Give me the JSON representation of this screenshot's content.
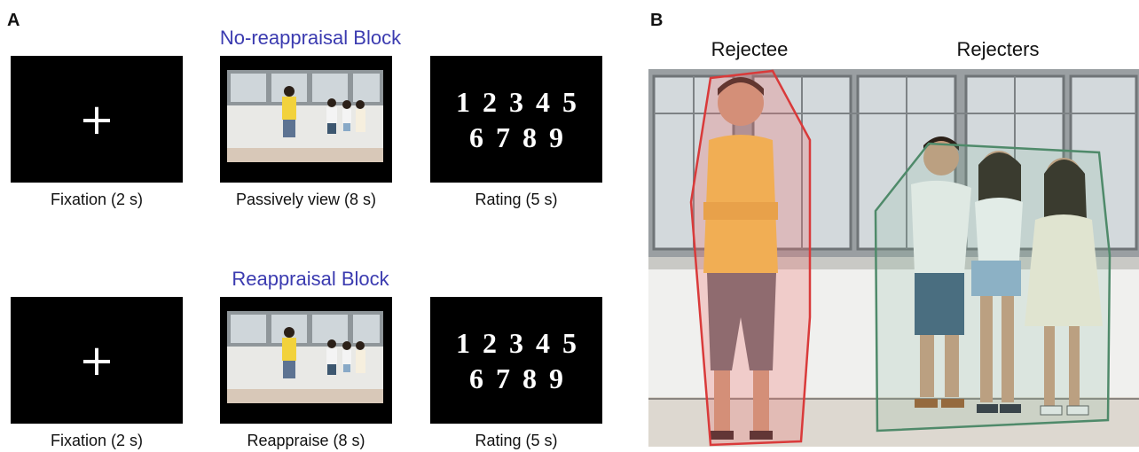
{
  "panels": {
    "a": {
      "letter": "A"
    },
    "b": {
      "letter": "B"
    }
  },
  "blocks": [
    {
      "title": "No-reappraisal Block",
      "title_color": "#3b3bb0",
      "steps": [
        {
          "caption": "Fixation (2 s)",
          "content": "+"
        },
        {
          "caption": "Passively view (8 s)"
        },
        {
          "caption": "Rating (5 s)",
          "row1": [
            "1",
            "2",
            "3",
            "4",
            "5"
          ],
          "row2": [
            "6",
            "7",
            "8",
            "9"
          ]
        }
      ]
    },
    {
      "title": "Reappraisal Block",
      "title_color": "#3b3bb0",
      "steps": [
        {
          "caption": "Fixation (2 s)",
          "content": "+"
        },
        {
          "caption": "Reappraise (8 s)"
        },
        {
          "caption": "Rating (5 s)",
          "row1": [
            "1",
            "2",
            "3",
            "4",
            "5"
          ],
          "row2": [
            "6",
            "7",
            "8",
            "9"
          ]
        }
      ]
    }
  ],
  "photo_labels": {
    "rejectee": "Rejectee",
    "rejecters": "Rejecters"
  },
  "colors": {
    "rejectee_outline": "#d93a3a",
    "rejecters_outline": "#4f8a6a"
  }
}
